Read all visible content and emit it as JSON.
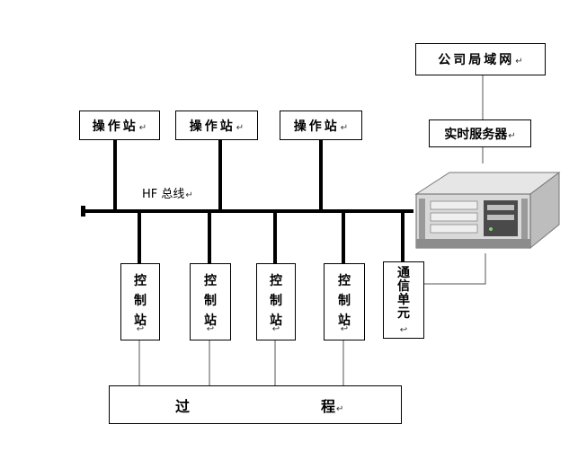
{
  "lan": {
    "label": "公司局域网"
  },
  "server": {
    "label": "实时服务器"
  },
  "operator_stations": [
    {
      "label": "操作站"
    },
    {
      "label": "操作站"
    },
    {
      "label": "操作站"
    }
  ],
  "bus": {
    "label": "HF 总线"
  },
  "control_stations": [
    {
      "chars": [
        "控",
        "制",
        "站"
      ]
    },
    {
      "chars": [
        "控",
        "制",
        "站"
      ]
    },
    {
      "chars": [
        "控",
        "制",
        "站"
      ]
    },
    {
      "chars": [
        "控",
        "制",
        "站"
      ]
    }
  ],
  "comm_unit": {
    "chars": [
      "通",
      "信",
      "单",
      "元"
    ]
  },
  "process": {
    "char_1": "过",
    "char_2": "程"
  },
  "marks": {
    "paragraph": "↵",
    "soft": "↩"
  },
  "colors": {
    "line": "#000000",
    "thin_line": "#555555",
    "server_body": "#d9d9d9"
  },
  "server_icon": "rack-server-photo"
}
